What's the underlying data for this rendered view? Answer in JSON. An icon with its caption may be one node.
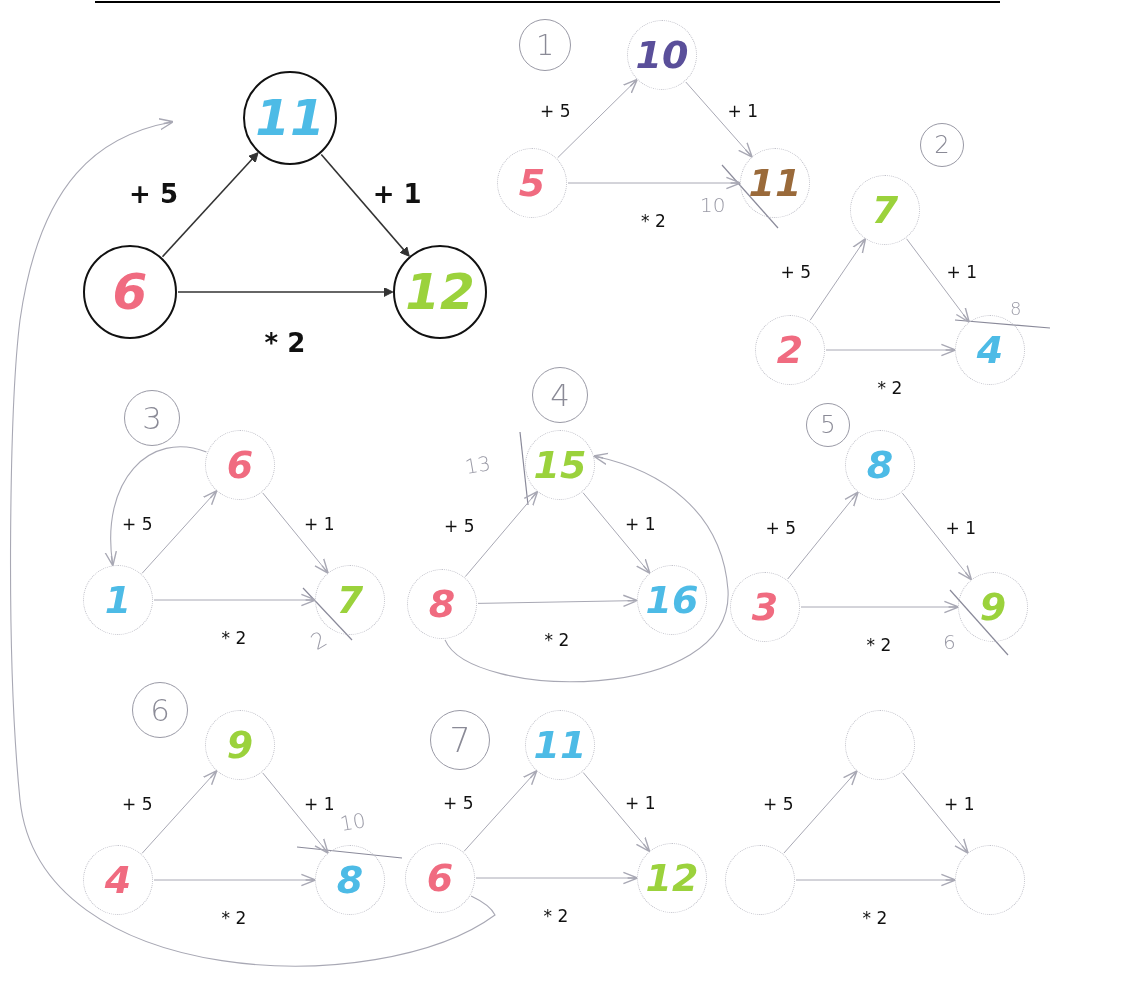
{
  "diagram": {
    "nodes": [
      {
        "text": [
          "6"
        ]
      },
      {
        "text": [
          "11"
        ]
      },
      {
        "text": [
          "12"
        ]
      },
      {
        "text": [
          "1"
        ]
      },
      {
        "text": [
          "5"
        ]
      },
      {
        "text": [
          "10"
        ]
      },
      {
        "text": [
          "11"
        ]
      },
      {
        "text": [
          "2"
        ]
      },
      {
        "text": [
          "2"
        ]
      },
      {
        "text": [
          "7"
        ]
      },
      {
        "text": [
          "4"
        ]
      },
      {
        "text": [
          "3"
        ]
      },
      {
        "text": [
          "1"
        ]
      },
      {
        "text": [
          "6"
        ]
      },
      {
        "text": [
          "7"
        ]
      },
      {
        "text": [
          "4"
        ]
      },
      {
        "text": [
          "8"
        ]
      },
      {
        "text": [
          "15"
        ]
      },
      {
        "text": [
          "16"
        ]
      },
      {
        "text": [
          "5"
        ]
      },
      {
        "text": [
          "3"
        ]
      },
      {
        "text": [
          "8"
        ]
      },
      {
        "text": [
          "9"
        ]
      },
      {
        "text": [
          "6"
        ]
      },
      {
        "text": [
          "4"
        ]
      },
      {
        "text": [
          "9"
        ]
      },
      {
        "text": [
          "8"
        ]
      },
      {
        "text": [
          "7"
        ]
      },
      {
        "text": [
          "6"
        ]
      },
      {
        "text": [
          "11"
        ]
      },
      {
        "text": [
          "12"
        ]
      },
      {
        "text": [],
        "shape": "circle"
      },
      {
        "text": [],
        "shape": "circle"
      },
      {
        "text": [],
        "shape": "circle"
      }
    ],
    "edges": [
      {
        "from": 0,
        "to": 1,
        "arrow": "to",
        "label": "+ 5",
        "color": "#333333"
      },
      {
        "from": 1,
        "to": 2,
        "arrow": "to",
        "label": "+ 1",
        "color": "#333333"
      },
      {
        "from": 0,
        "to": 2,
        "arrow": "to",
        "label": "* 2",
        "color": "#333333"
      },
      {
        "from": 4,
        "to": 5,
        "arrow": "to",
        "label": "+ 5"
      },
      {
        "from": 5,
        "to": 6,
        "arrow": "to",
        "label": "+ 1"
      },
      {
        "from": 4,
        "to": 6,
        "arrow": "to",
        "label": "* 2"
      },
      {
        "from": 8,
        "to": 9,
        "arrow": "to",
        "label": "+ 5"
      },
      {
        "from": 9,
        "to": 10,
        "arrow": "to",
        "label": "+ 1"
      },
      {
        "from": 8,
        "to": 10,
        "arrow": "to",
        "label": "* 2"
      },
      {
        "from": 12,
        "to": 13,
        "arrow": "to",
        "label": "+ 5"
      },
      {
        "from": 13,
        "to": 14,
        "arrow": "to",
        "label": "+ 1"
      },
      {
        "from": 12,
        "to": 14,
        "arrow": "to",
        "label": "* 2"
      },
      {
        "from": 16,
        "to": 17,
        "arrow": "to",
        "label": "+ 5"
      },
      {
        "from": 17,
        "to": 18,
        "arrow": "to",
        "label": "+ 1"
      },
      {
        "from": 16,
        "to": 18,
        "arrow": "to",
        "label": "* 2"
      },
      {
        "from": 20,
        "to": 21,
        "arrow": "to",
        "label": "+ 5"
      },
      {
        "from": 21,
        "to": 22,
        "arrow": "to",
        "label": "+ 1"
      },
      {
        "from": 20,
        "to": 22,
        "arrow": "to",
        "label": "* 2"
      },
      {
        "from": 24,
        "to": 25,
        "arrow": "to",
        "label": "+ 5"
      },
      {
        "from": 25,
        "to": 26,
        "arrow": "to",
        "label": "+ 1"
      },
      {
        "from": 24,
        "to": 26,
        "arrow": "to",
        "label": "* 2"
      },
      {
        "from": 28,
        "to": 29,
        "arrow": "to",
        "label": "+ 5"
      },
      {
        "from": 29,
        "to": 30,
        "arrow": "to",
        "label": "+ 1"
      },
      {
        "from": 28,
        "to": 30,
        "arrow": "to",
        "label": "* 2"
      },
      {
        "from": 31,
        "to": 32,
        "arrow": "to",
        "label": "+ 5"
      },
      {
        "from": 32,
        "to": 33,
        "arrow": "to",
        "label": "+ 1"
      },
      {
        "from": 31,
        "to": 33,
        "arrow": "to",
        "label": "* 2"
      },
      {
        "from": 13,
        "to": 12,
        "arrow": "to"
      },
      {
        "from": 16,
        "to": 17,
        "arrow": "to"
      },
      {
        "from": 28,
        "to": null,
        "arrow": "to"
      }
    ],
    "labels": [
      "10",
      "8",
      "13",
      "2",
      "6",
      "10"
    ]
  }
}
